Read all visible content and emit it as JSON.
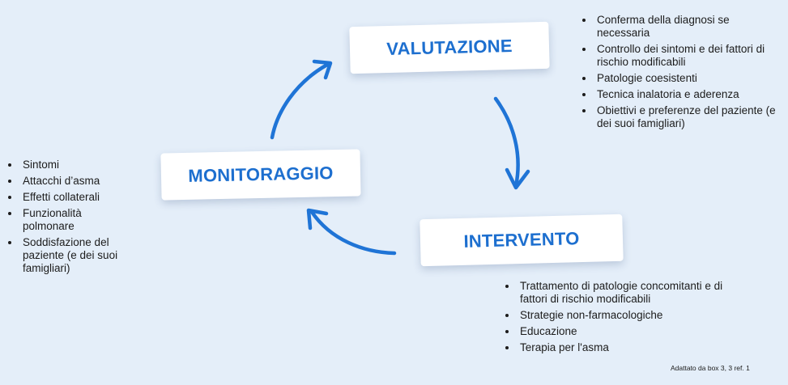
{
  "cycle": {
    "valutazione": {
      "title": "VALUTAZIONE",
      "items": [
        "Conferma della diagnosi se necessaria",
        "Controllo dei sintomi e dei fattori di rischio modificabili",
        "Patologie coesistenti",
        "Tecnica inalatoria e aderenza",
        "Obiettivi e preferenze del paziente (e dei suoi famigliari)"
      ]
    },
    "intervento": {
      "title": "INTERVENTO",
      "items": [
        "Trattamento di patologie concomitanti e di fattori di rischio modificabili",
        "Strategie non-farmacologiche",
        "Educazione",
        "Terapia per l'asma"
      ]
    },
    "monitoraggio": {
      "title": "MONITORAGGIO",
      "items": [
        "Sintomi",
        "Attacchi d’asma",
        "Effetti collaterali",
        "Funzionalità polmonare",
        "Soddisfazione del paziente (e dei suoi famigliari)"
      ]
    }
  },
  "source_note": "Adattato da box 3, 3 ref. 1",
  "colors": {
    "background": "#e4eef9",
    "accent": "#1d6fcf",
    "arrow": "#1f74d6",
    "card": "#ffffff"
  }
}
